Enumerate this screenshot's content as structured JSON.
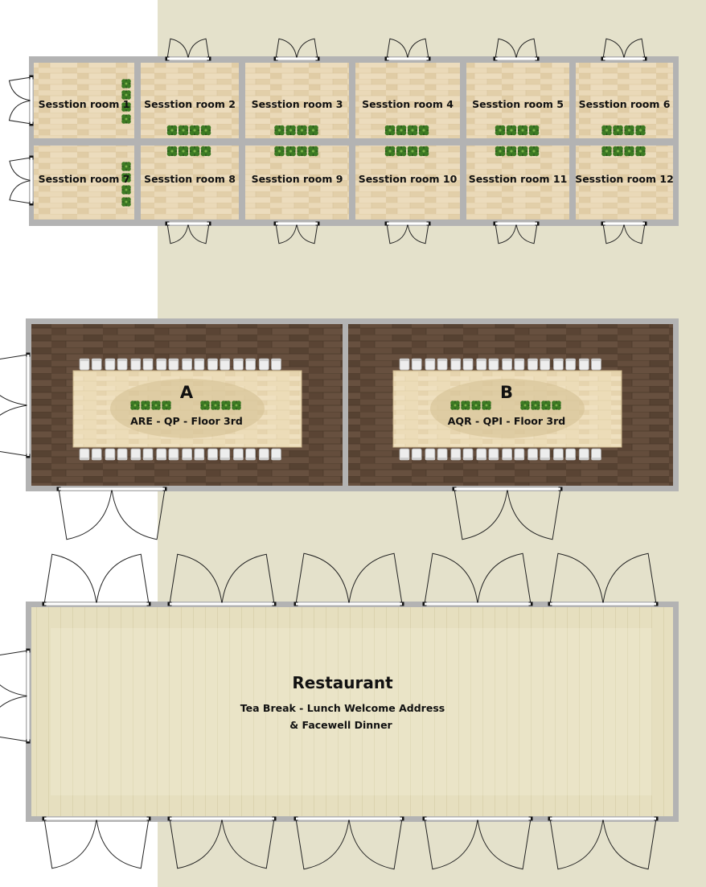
{
  "colors": {
    "background_panel": "#e4e1cb",
    "wall": "#b3b3b3",
    "light_wood": "#e7d6b3",
    "dark_wood": "#5e4838",
    "table": "#ecdcb8",
    "table_oval": "#d6c295",
    "restaurant_floor": "#dfd7b5",
    "restaurant_inner": "#ebe5c8",
    "plant": "#3c7a23",
    "plant_dark": "#24551a",
    "door_line": "#222222",
    "chair": "#ededed"
  },
  "icons": {
    "plant": "potted-plant-icon",
    "door": "double-door-icon",
    "chair": "chair-icon"
  },
  "session_rooms": [
    {
      "label": "Sesstion room 1"
    },
    {
      "label": "Sesstion room 2"
    },
    {
      "label": "Sesstion room 3"
    },
    {
      "label": "Sesstion room 4"
    },
    {
      "label": "Sesstion room 5"
    },
    {
      "label": "Sesstion room 6"
    },
    {
      "label": "Sesstion room 7"
    },
    {
      "label": "Sesstion room 8"
    },
    {
      "label": "Sesstion room 9"
    },
    {
      "label": "Sesstion room 10"
    },
    {
      "label": "Sesstion room 11"
    },
    {
      "label": "Sesstion room 12"
    }
  ],
  "meeting_halls": [
    {
      "letter": "A",
      "subtitle": "ARE - QP - Floor 3rd"
    },
    {
      "letter": "B",
      "subtitle": "AQR - QPI - Floor 3rd"
    }
  ],
  "restaurant": {
    "title": "Restaurant",
    "line1": "Tea Break - Lunch Welcome Address",
    "line2": "& Facewell Dinner"
  }
}
